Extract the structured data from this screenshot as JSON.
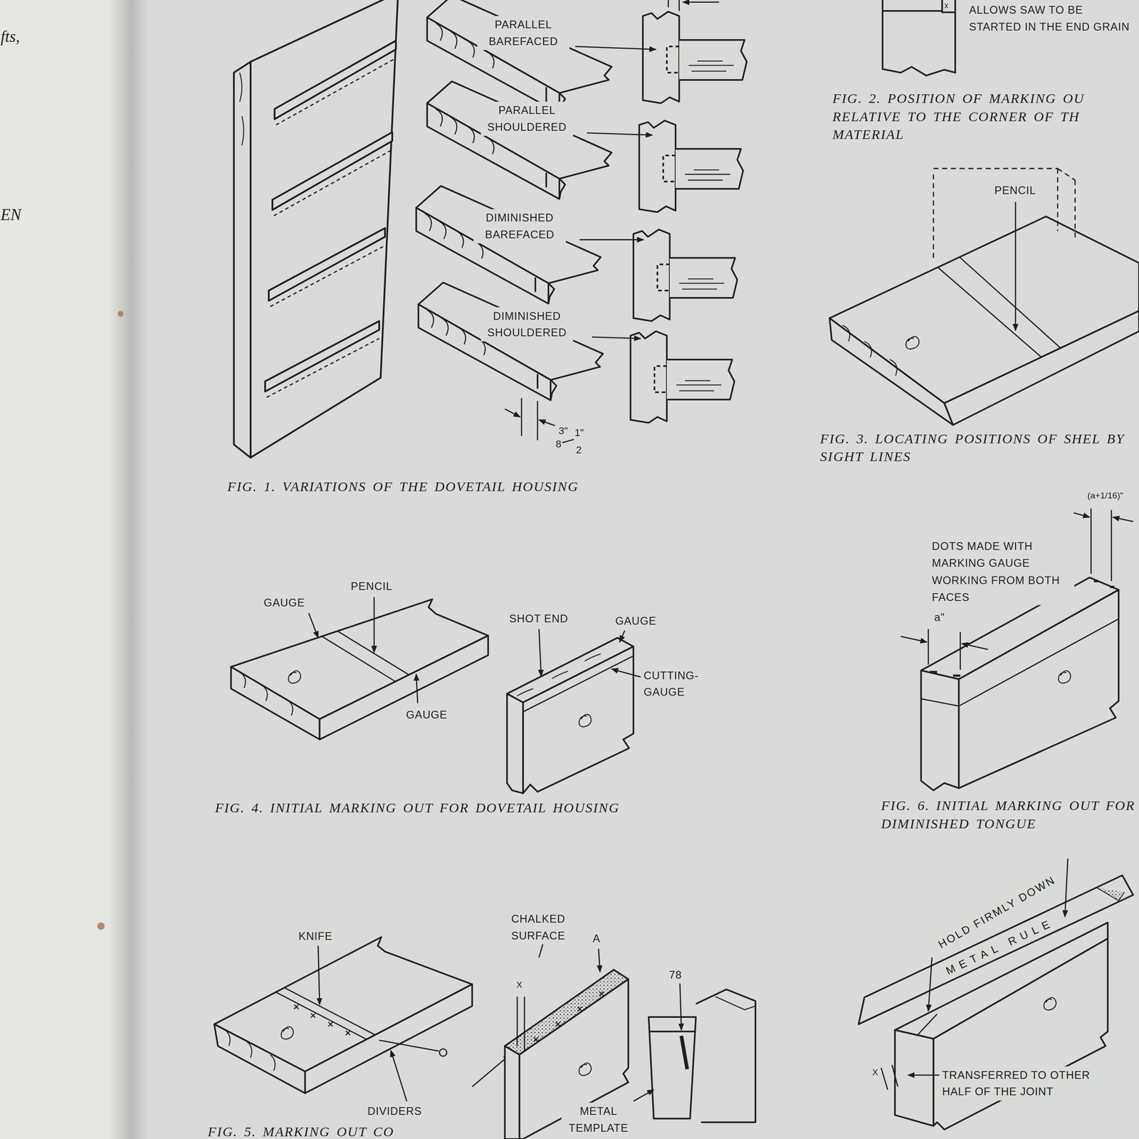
{
  "diagram": {
    "labels": [
      "fts,",
      "EN",
      "PARALLEL BAREFACED",
      "PARALLEL SHOULDERED",
      "DIMINISHED BAREFACED",
      "DIMINISHED SHOULDERED",
      "3\"",
      "8",
      "1\"",
      "2",
      "FIG. 1. VARIATIONS OF THE DOVETAIL HOUSING",
      "ALLOWS SAW TO BE STARTED IN THE END GRAIN",
      "x",
      "FIG. 2. POSITION OF MARKING OU RELATIVE TO THE CORNER OF TH MATERIAL",
      "PENCIL",
      "FIG. 3. LOCATING POSITIONS OF SHEL BY SIGHT LINES",
      "(a+1/16)\"",
      "DOTS MADE WITH MARKING GAUGE WORKING FROM BOTH FACES",
      "a\"",
      "FIG. 6. INITIAL MARKING OUT FOR DIMINISHED TONGUE",
      "GAUGE",
      "PENCIL",
      "GAUGE",
      "SHOT END",
      "GAUGE",
      "CUTTING- GAUGE",
      "FIG. 4. INITIAL MARKING OUT FOR DOVETAIL HOUSING",
      "KNIFE",
      "CHALKED SURFACE",
      "A",
      "X",
      "78",
      "DIVIDERS",
      "METAL TEMPLATE",
      "FIG. 5. MARKING OUT CO",
      "HOLD FIRMLY DOWN",
      "METAL RULE",
      "TRANSFERRED TO OTHER HALF OF THE JOINT",
      "X"
    ]
  }
}
